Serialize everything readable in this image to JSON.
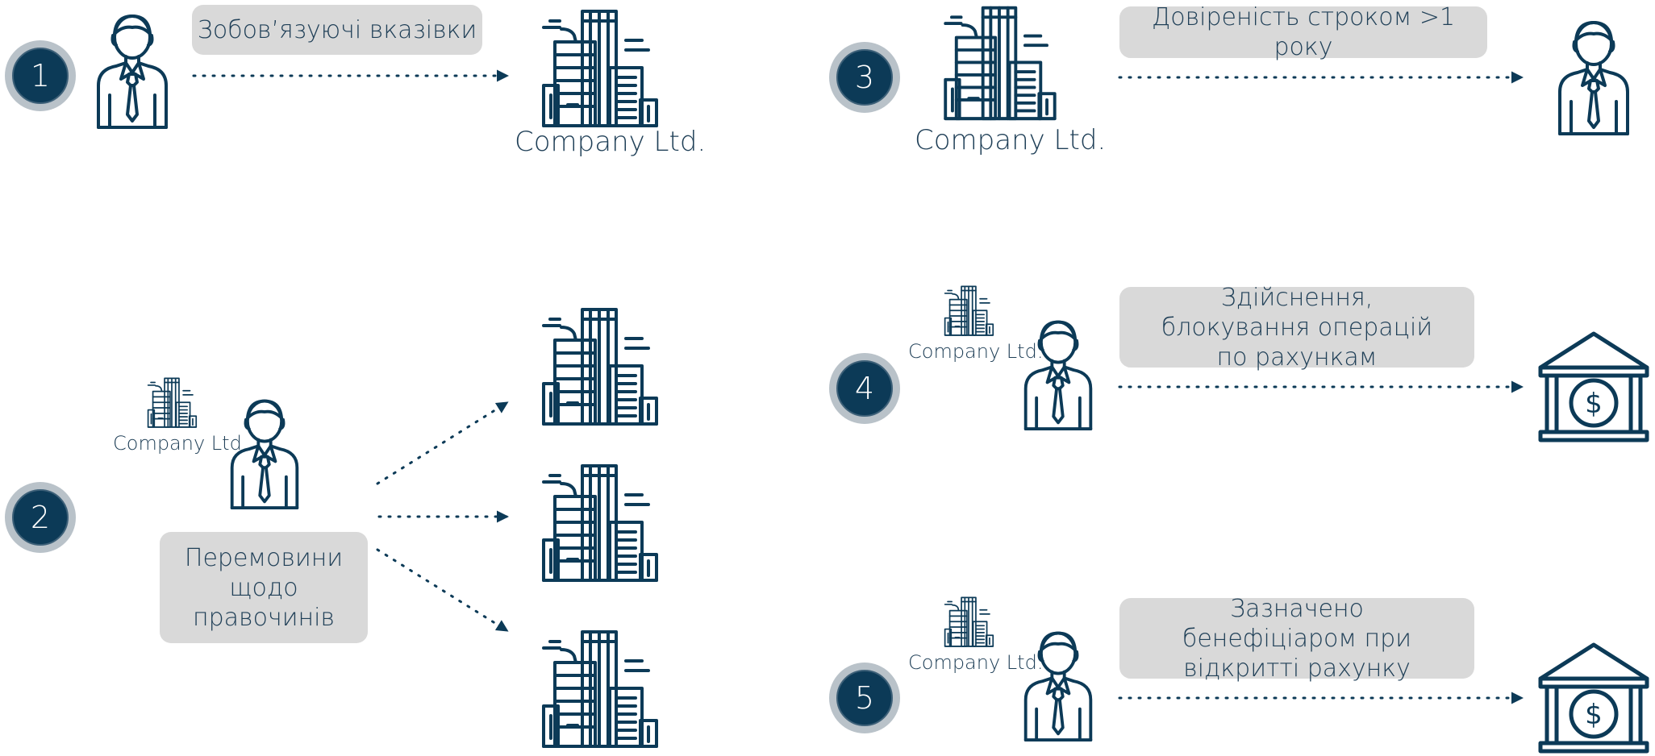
{
  "colors": {
    "navy": "#0c3a57",
    "badge_ring": "#b9c2c9",
    "pill_bg": "#d9d9d9",
    "text": "#1f3f57"
  },
  "steps": [
    {
      "number": "1",
      "label": "Зобов’язуючі вказівки",
      "company": "Company Ltd."
    },
    {
      "number": "2",
      "label": "Перемовини щодо правочинів",
      "company": "Company Ltd."
    },
    {
      "number": "3",
      "label": "Довіреність строком >1 року",
      "company": "Company Ltd."
    },
    {
      "number": "4",
      "label": "Здійснення, блокування операцій по рахункам",
      "company": "Company Ltd."
    },
    {
      "number": "5",
      "label": "Зазначено бенефіціаром при відкритті рахунку",
      "company": "Company Ltd."
    }
  ],
  "icons": [
    "person-icon",
    "building-icon",
    "bank-icon",
    "dollar-icon"
  ]
}
